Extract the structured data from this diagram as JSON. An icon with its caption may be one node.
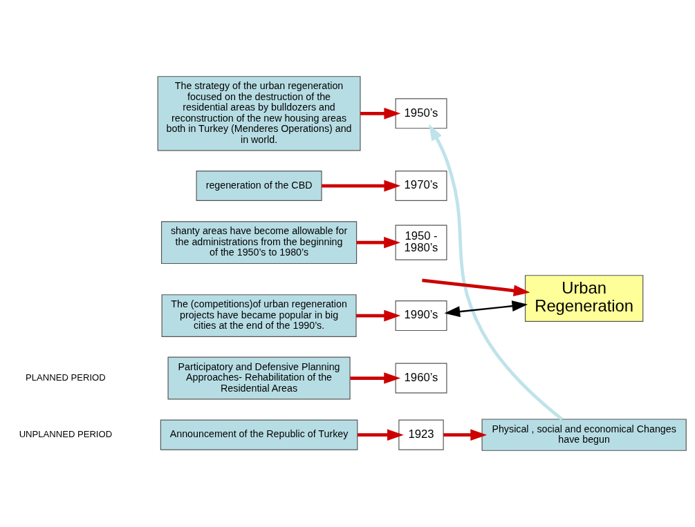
{
  "diagram": {
    "nodes": [
      {
        "text": [
          "Announcement of the Republic of Turkey"
        ]
      },
      {
        "text": [
          "1923"
        ]
      },
      {
        "text": [
          "Physical , social and economical Changes have begun"
        ]
      },
      {
        "text": [
          "The strategy of the urban regeneration focused on the destruction of the residential areas by bulldozers and reconstruction of the new housing areas both in Turkey (Menderes Operations) and in world."
        ]
      },
      {
        "text": [
          "1950’s"
        ]
      },
      {
        "text": [
          "Participatory and Defensive Planning Approaches- Rehabilitation of the Residential Areas"
        ]
      },
      {
        "text": [
          "1960’s"
        ]
      },
      {
        "text": [
          "regeneration of the CBD"
        ]
      },
      {
        "text": [
          "1970’s"
        ]
      },
      {
        "text": [
          "shanty areas have become allowable for the administrations from the beginning of the 1950’s to 1980’s"
        ]
      },
      {
        "text": [
          "1950 - 1980’s"
        ]
      },
      {
        "text": [
          "The (competitions)of urban regeneration projects have became popular in big cities at the end of the 1990’s."
        ]
      },
      {
        "text": [
          "1990’s"
        ]
      },
      {
        "text": [
          "Urban Regeneration"
        ]
      }
    ],
    "edges": [
      {
        "from": 0,
        "to": 1,
        "arrow": "to"
      },
      {
        "from": 1,
        "to": 2,
        "arrow": "to"
      },
      {
        "from": 2,
        "to": 4,
        "arrow": "to",
        "color": "#bfe3ea"
      },
      {
        "from": 3,
        "to": 4,
        "arrow": "to"
      },
      {
        "from": 5,
        "to": 6,
        "arrow": "to"
      },
      {
        "from": 7,
        "to": 8,
        "arrow": "to"
      },
      {
        "from": 9,
        "to": 10,
        "arrow": "to"
      },
      {
        "from": 11,
        "to": 12,
        "arrow": "to"
      },
      {
        "from": null,
        "to": 13,
        "arrow": "to"
      },
      {
        "from": 12,
        "to": 13,
        "arrow": "both",
        "color": "#000000"
      }
    ],
    "labels": [
      "UNPLANNED PERIOD",
      "PLANNED PERIOD"
    ]
  }
}
